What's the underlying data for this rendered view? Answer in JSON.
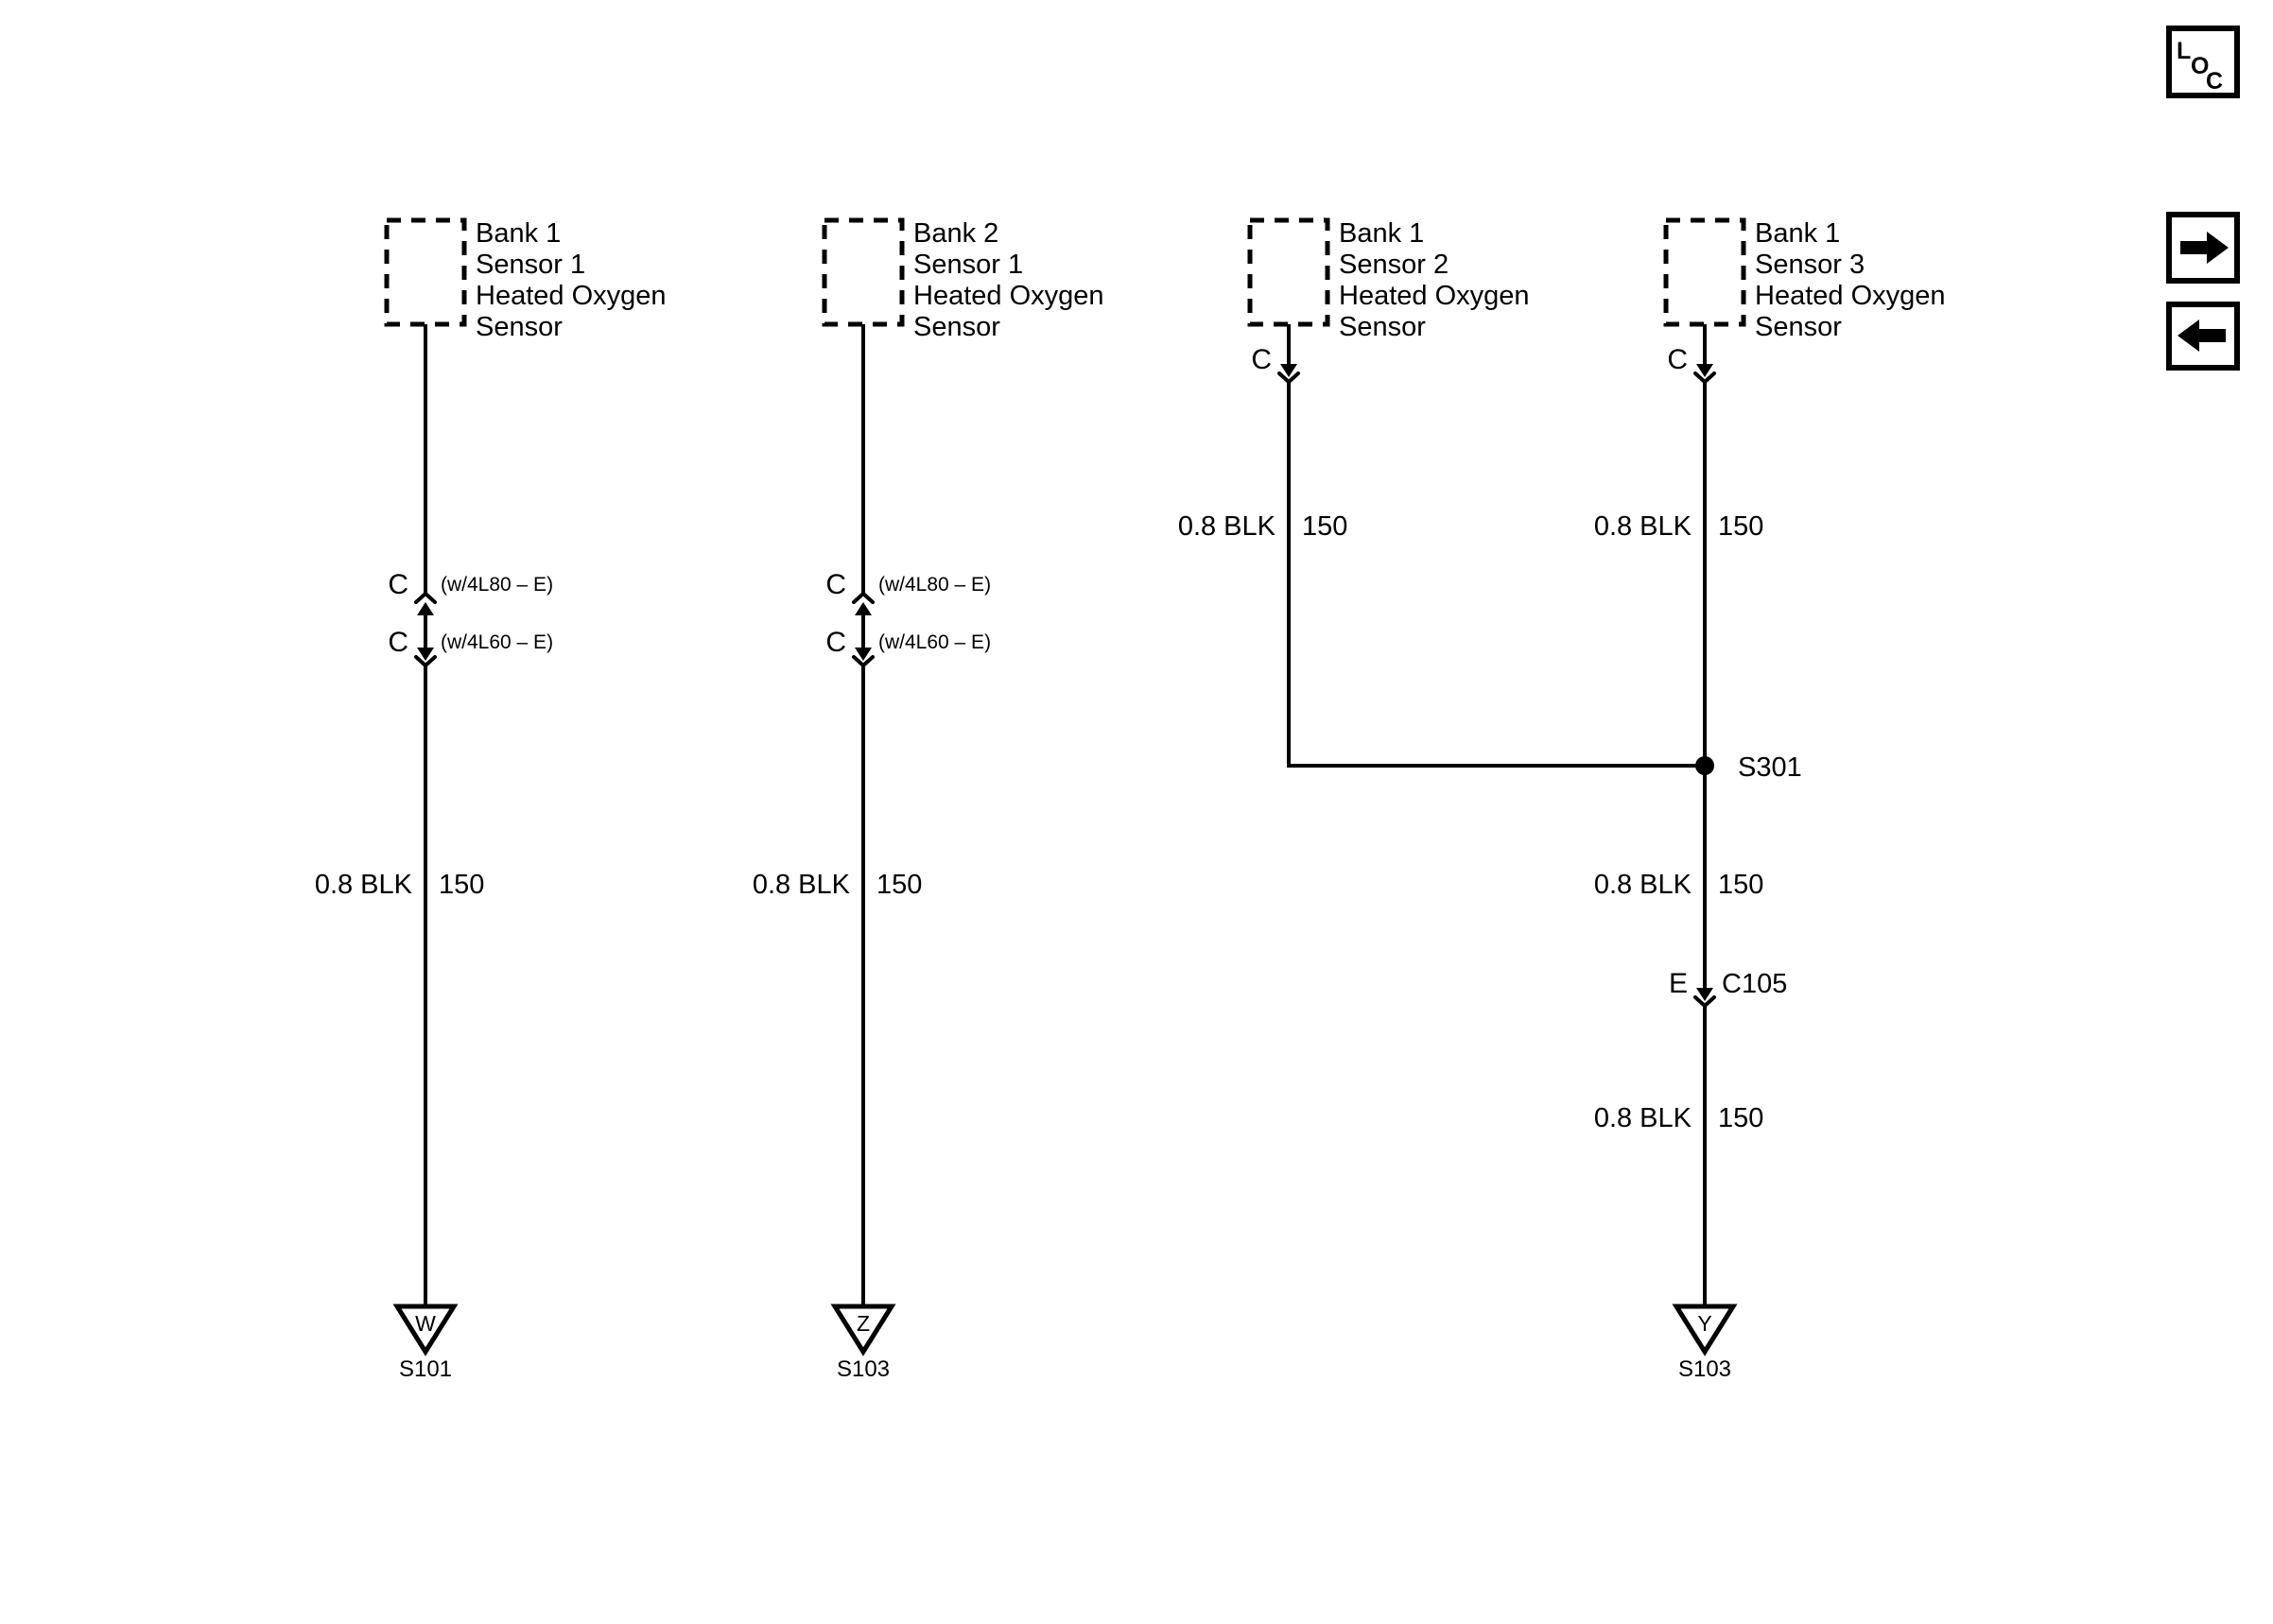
{
  "colors": {
    "ink": "#000000",
    "paper": "#ffffff"
  },
  "toolbar": {
    "loc_button": {
      "l": "L",
      "o": "O",
      "c": "C"
    },
    "next_icon": "right-arrow",
    "prev_icon": "left-arrow"
  },
  "columns": [
    {
      "sensor_label": [
        "Bank 1",
        "Sensor 1",
        "Heated Oxygen",
        "Sensor"
      ],
      "connectors": [
        {
          "pin": "C",
          "note": "(w/4L80 – E)"
        },
        {
          "pin": "C",
          "note": "(w/4L60 – E)"
        }
      ],
      "wire_labels": [
        {
          "size_color": "0.8 BLK",
          "circuit": "150"
        }
      ],
      "ground": {
        "pin": "W",
        "id": "S101"
      }
    },
    {
      "sensor_label": [
        "Bank 2",
        "Sensor 1",
        "Heated Oxygen",
        "Sensor"
      ],
      "connectors": [
        {
          "pin": "C",
          "note": "(w/4L80 – E)"
        },
        {
          "pin": "C",
          "note": "(w/4L60 – E)"
        }
      ],
      "wire_labels": [
        {
          "size_color": "0.8 BLK",
          "circuit": "150"
        }
      ],
      "ground": {
        "pin": "Z",
        "id": "S103"
      }
    },
    {
      "sensor_label": [
        "Bank 1",
        "Sensor 2",
        "Heated Oxygen",
        "Sensor"
      ],
      "connectors": [
        {
          "pin": "C"
        }
      ],
      "wire_labels": [
        {
          "size_color": "0.8 BLK",
          "circuit": "150"
        }
      ]
    },
    {
      "sensor_label": [
        "Bank 1",
        "Sensor 3",
        "Heated Oxygen",
        "Sensor"
      ],
      "connectors": [
        {
          "pin": "C"
        },
        {
          "pin": "E",
          "id": "C105"
        }
      ],
      "wire_labels": [
        {
          "size_color": "0.8 BLK",
          "circuit": "150"
        },
        {
          "size_color": "0.8 BLK",
          "circuit": "150"
        },
        {
          "size_color": "0.8 BLK",
          "circuit": "150"
        }
      ],
      "splice": {
        "id": "S301"
      },
      "ground": {
        "pin": "Y",
        "id": "S103"
      }
    }
  ]
}
